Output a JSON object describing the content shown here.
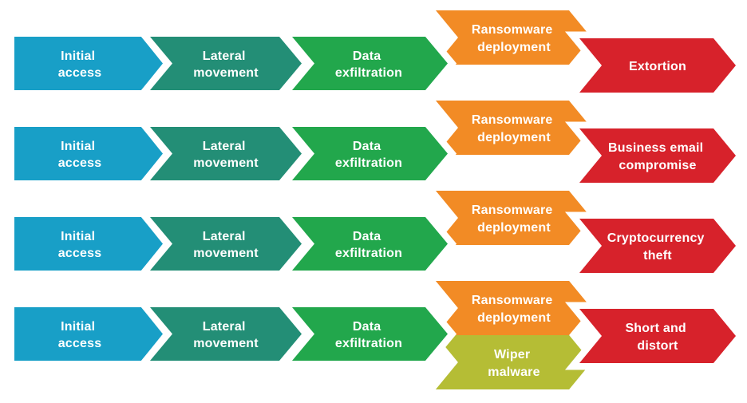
{
  "colors": {
    "initial_access": "#189FC7",
    "lateral_movement": "#238E76",
    "data_exfiltration": "#22A74C",
    "ransomware_deployment": "#F28B25",
    "wiper_malware": "#B5BD35",
    "outcome": "#D7222B",
    "label_text": "#FFFFFF",
    "background": "#FFFFFF"
  },
  "stages": {
    "initial_access": {
      "line1": "Initial",
      "line2": "access"
    },
    "lateral_movement": {
      "line1": "Lateral",
      "line2": "movement"
    },
    "data_exfiltration": {
      "line1": "Data",
      "line2": "exfiltration"
    },
    "ransomware_deployment": {
      "line1": "Ransomware",
      "line2": "deployment"
    },
    "wiper_malware": {
      "line1": "Wiper",
      "line2": "malware"
    }
  },
  "rows": [
    {
      "outcome": {
        "line1": "Extortion",
        "line2": ""
      }
    },
    {
      "outcome": {
        "line1": "Business email",
        "line2": "compromise"
      }
    },
    {
      "outcome": {
        "line1": "Cryptocurrency",
        "line2": "theft"
      }
    },
    {
      "outcome": {
        "line1": "Short and",
        "line2": "distort"
      }
    }
  ]
}
